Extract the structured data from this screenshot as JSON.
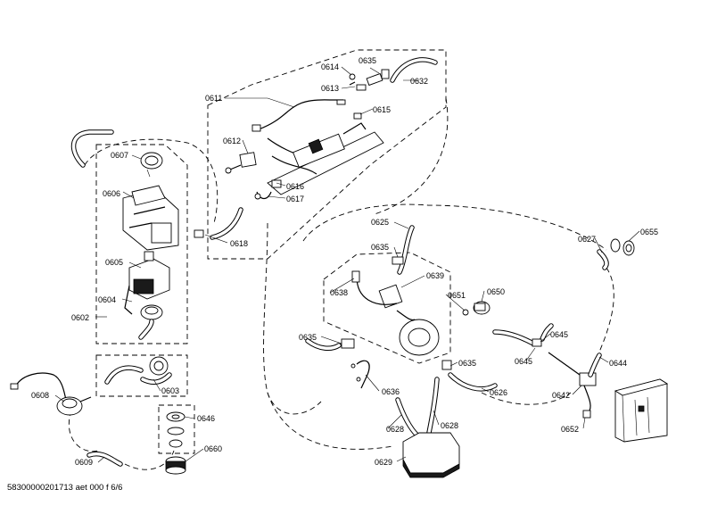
{
  "document_id": "58300000201713 aet 000 f 6/6",
  "part_labels": {
    "p0611": "0611",
    "p0612": "0612",
    "p0613": "0613",
    "p0614": "0614",
    "p0615": "0615",
    "p0616": "0616",
    "p0617": "0617",
    "p0618": "0618",
    "p0632": "0632",
    "p0635a": "0635",
    "p0607": "0607",
    "p0606": "0606",
    "p0605": "0605",
    "p0604": "0604",
    "p0602": "0602",
    "p0603": "0603",
    "p0608": "0608",
    "p0609": "0609",
    "p0646": "0646",
    "p0660": "0660",
    "p0625": "0625",
    "p0635b": "0635",
    "p0639": "0639",
    "p0638": "0638",
    "p0651": "0651",
    "p0650": "0650",
    "p0635c": "0635",
    "p0635d": "0635",
    "p0636": "0636",
    "p0626": "0626",
    "p0628a": "0628",
    "p0628b": "0628",
    "p0629": "0629",
    "p0627": "0627",
    "p0655": "0655",
    "p0645a": "0645",
    "p0645b": "0645",
    "p0644": "0644",
    "p0642": "0642",
    "p0652": "0652"
  }
}
